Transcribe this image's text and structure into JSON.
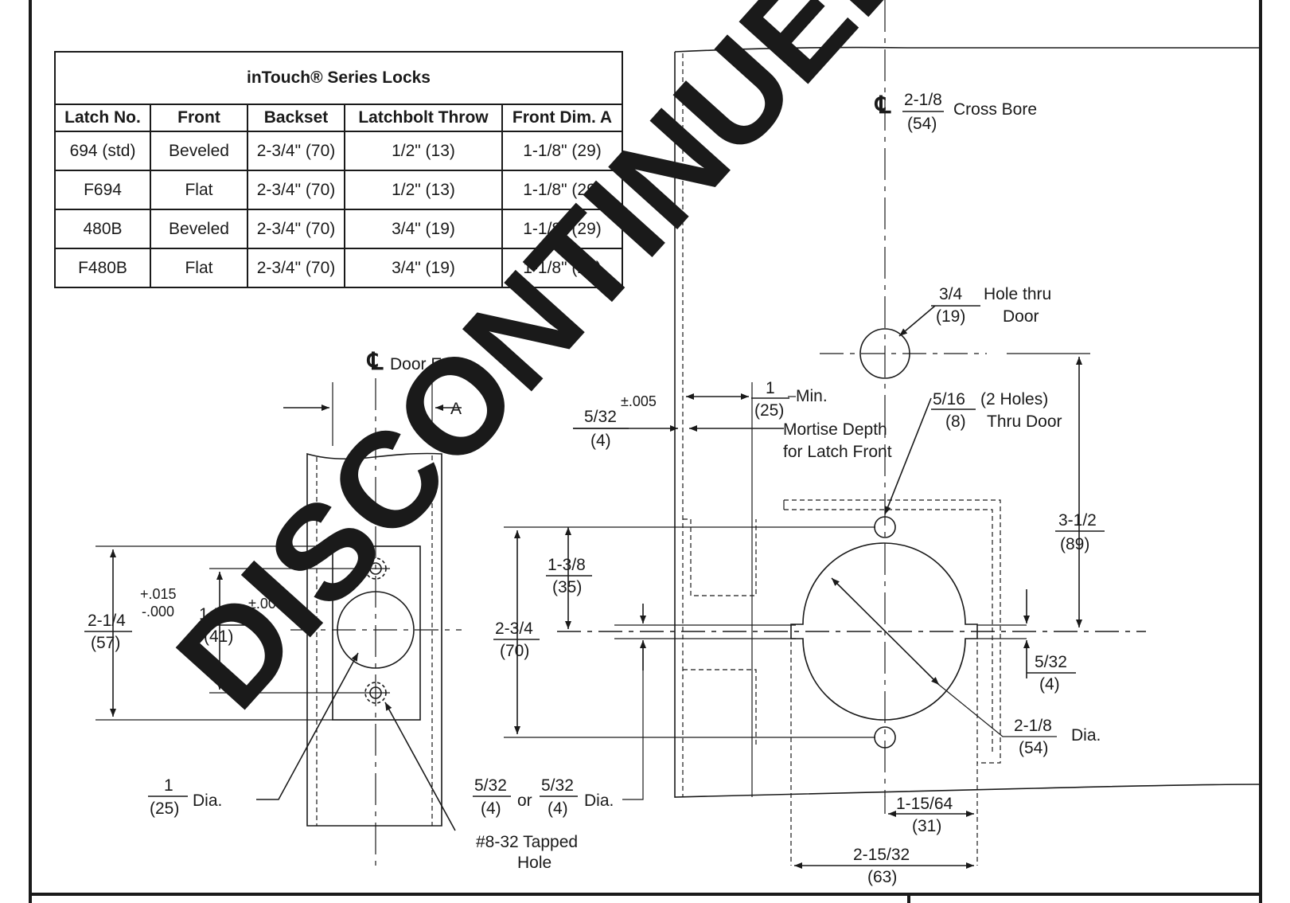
{
  "table": {
    "title": "inTouch® Series Locks",
    "headers": [
      "Latch No.",
      "Front",
      "Backset",
      "Latchbolt Throw",
      "Front Dim. A"
    ],
    "rows": [
      [
        "694 (std)",
        "Beveled",
        "2-3/4\" (70)",
        "1/2\" (13)",
        "1-1/8\" (29)"
      ],
      [
        "F694",
        "Flat",
        "2-3/4\" (70)",
        "1/2\" (13)",
        "1-1/8\" (29)"
      ],
      [
        "480B",
        "Beveled",
        "2-3/4\" (70)",
        "3/4\" (19)",
        "1-1/8\" (29)"
      ],
      [
        "F480B",
        "Flat",
        "2-3/4\" (70)",
        "3/4\" (19)",
        "1-1/8\" (29)"
      ]
    ]
  },
  "watermark": "DISCONTINUED",
  "labels": {
    "cl_symbol": "℄",
    "door_edge": "Door Edge",
    "dim_a": "A",
    "tol_015_plus": "+.015",
    "tol_000_minus": "-.000",
    "d_2_1_4": "2-1/4",
    "d_57": "(57)",
    "d_1_5_8": "1-5/8",
    "tol_005": "±.005",
    "d_41": "(41)",
    "d_1": "1",
    "d_25": "(25)",
    "dia": "Dia.",
    "tapped_1": "#8-32 Tapped",
    "tapped_2": "Hole",
    "d_5_32": "5/32",
    "d_4": "(4)",
    "or": "or",
    "d_2_3_4": "2-3/4",
    "d_70": "(70)",
    "d_1_3_8": "1-3/8",
    "d_35": "(35)",
    "min": "Min.",
    "mortise_1": "Mortise Depth",
    "mortise_2": "for Latch Front",
    "d_2_1_8": "2-1/8",
    "d_54": "(54)",
    "cross_bore": "Cross Bore",
    "d_3_4": "3/4",
    "d_19": "(19)",
    "hole_thru": "Hole thru",
    "door": "Door",
    "d_5_16": "5/16",
    "d_8": "(8)",
    "two_holes": "(2 Holes)",
    "thru_door": "Thru Door",
    "d_3_1_2": "3-1/2",
    "d_89": "(89)",
    "d_1_15_64": "1-15/64",
    "d_31": "(31)",
    "d_2_15_32": "2-15/32",
    "d_63": "(63)"
  },
  "colors": {
    "ink": "#1a1a1a",
    "background": "#ffffff"
  }
}
